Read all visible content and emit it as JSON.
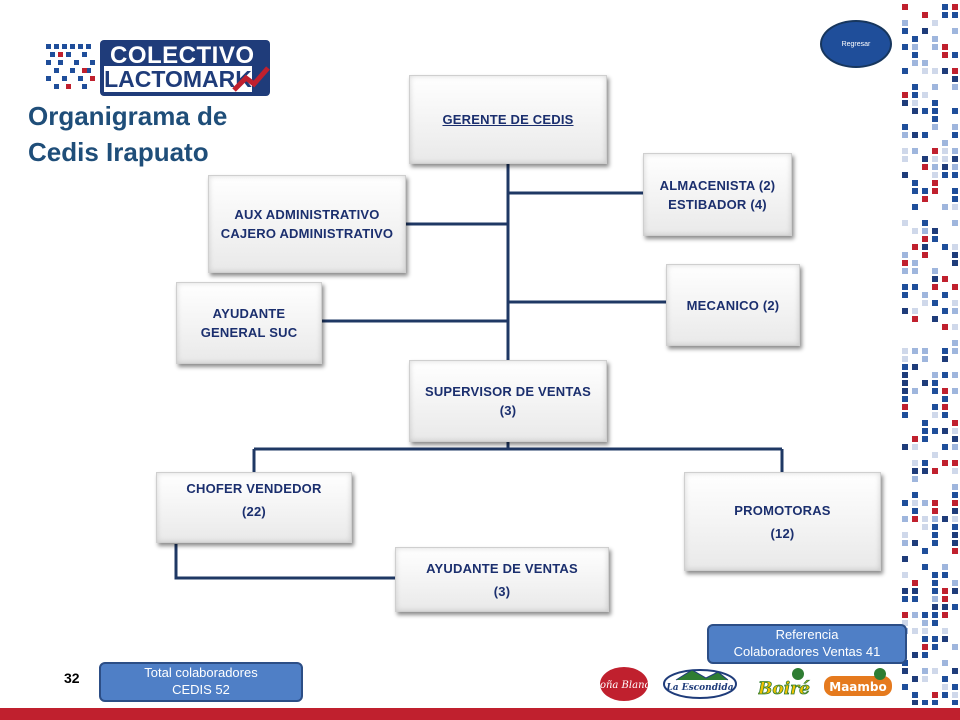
{
  "header": {
    "logo_line1": "COLECTIVO",
    "logo_line2": "LACTOMARK",
    "title_line1": "Organigrama de",
    "title_line2": "Cedis Irapuato",
    "back_button": "Regresar"
  },
  "org": {
    "gerente": "GERENTE DE CEDIS",
    "aux_line1": "AUX ADMINISTRATIVO",
    "aux_line2": "CAJERO ADMINISTRATIVO",
    "almacenista_line1": "ALMACENISTA (2)",
    "almacenista_line2": "ESTIBADOR (4)",
    "ayudante_general_line1": "AYUDANTE",
    "ayudante_general_line2": "GENERAL SUC",
    "mecanico": "MECANICO (2)",
    "supervisor_line1": "SUPERVISOR DE VENTAS",
    "supervisor_line2": "(3)",
    "chofer_line1": "CHOFER VENDEDOR",
    "chofer_line2": "(22)",
    "promotoras_line1": "PROMOTORAS",
    "promotoras_line2": "(12)",
    "ayudante_ventas_line1": "AYUDANTE DE VENTAS",
    "ayudante_ventas_line2": "(3)"
  },
  "footer": {
    "page_number": "32",
    "total_line1": "Total  colaboradores",
    "total_line2": "CEDIS 52",
    "ref_line1": "Referencia",
    "ref_line2": "Colaboradores Ventas 41",
    "brands": [
      "Doña Blanca",
      "La Escondida",
      "Boiré",
      "Maambo"
    ]
  },
  "colors": {
    "title": "#1f4e79",
    "box_text": "#1b2f6e",
    "connector": "#1f3864",
    "note_fill": "#4f7fc6",
    "bottom_bar": "#c0202e"
  }
}
